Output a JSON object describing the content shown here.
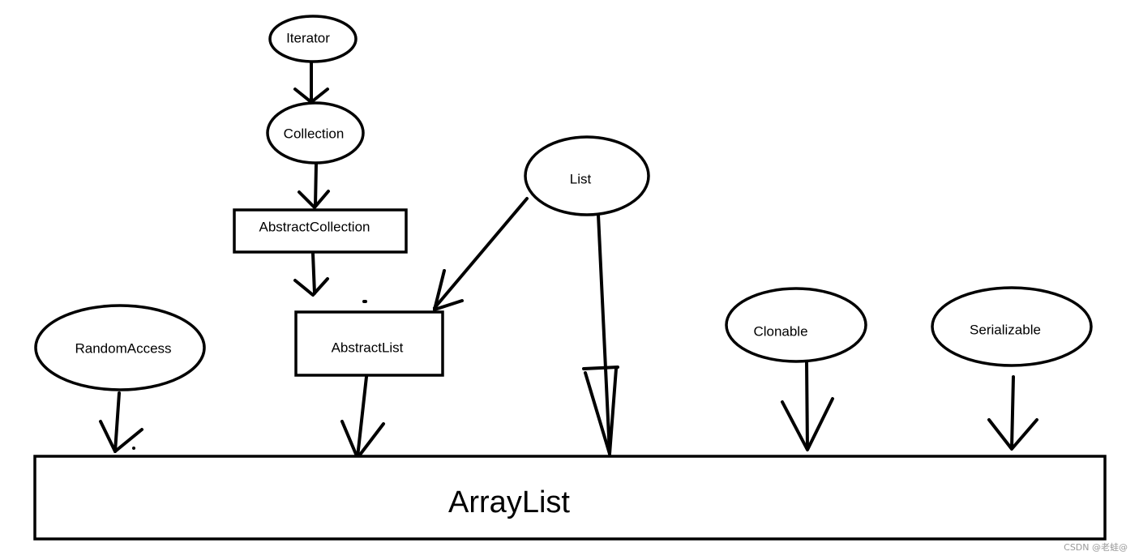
{
  "nodes": {
    "iterator": "Iterator",
    "collection": "Collection",
    "abstract_collection": "AbstractCollection",
    "list": "List",
    "abstract_list": "AbstractList",
    "random_access": "RandomAccess",
    "clonable": "Clonable",
    "serializable": "Serializable",
    "array_list": "ArrayList"
  },
  "watermark": "CSDN @老蛙@"
}
